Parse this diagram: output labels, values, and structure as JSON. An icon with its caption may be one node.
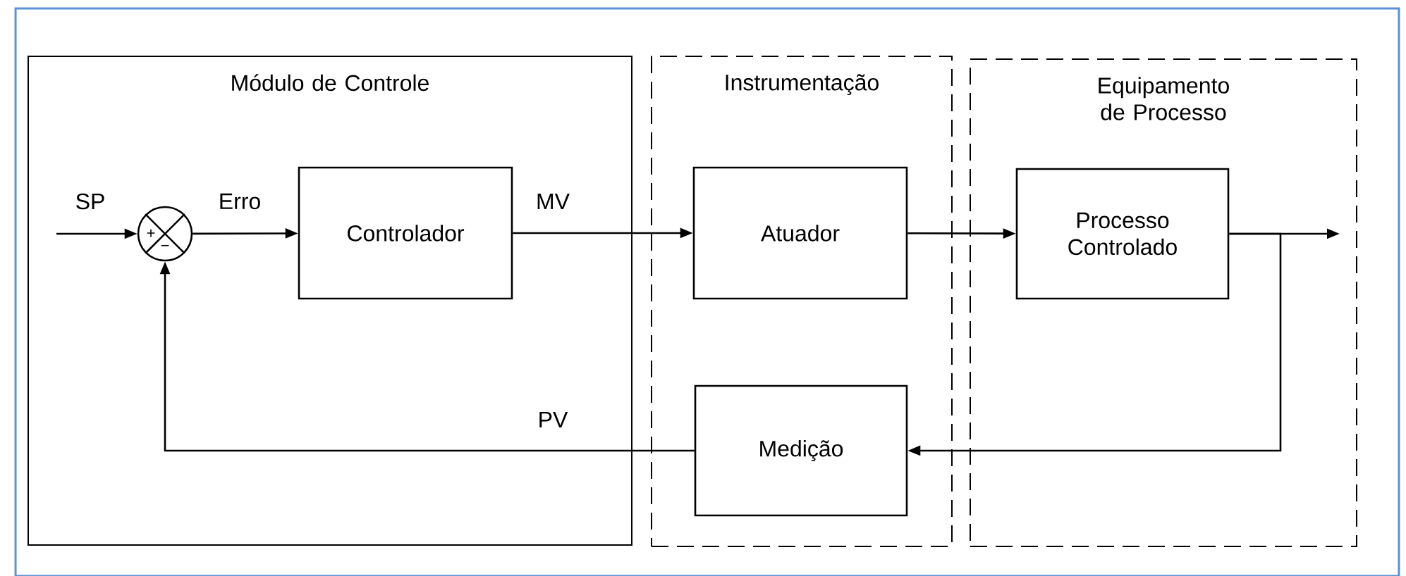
{
  "diagram": {
    "nodes": [
      {
        "text": [
          "Módulo de Controle"
        ]
      },
      {
        "text": [
          "Instrumentação"
        ]
      },
      {
        "text": [
          "Equipamento de Processo"
        ]
      },
      {
        "text": [
          "+",
          "−"
        ],
        "in": 0
      },
      {
        "text": [
          "Controlador"
        ],
        "in": 0
      },
      {
        "text": [
          "Atuador"
        ],
        "in": 1
      },
      {
        "text": [
          "Processo Controlado"
        ],
        "in": 2
      },
      {
        "text": [
          "Medição"
        ],
        "in": 1
      }
    ],
    "edges": [
      {
        "from": null,
        "to": 3,
        "arrow": "to",
        "label": "SP"
      },
      {
        "from": 3,
        "to": 4,
        "arrow": "to",
        "label": "Erro"
      },
      {
        "from": 4,
        "to": 5,
        "arrow": "to",
        "label": "MV"
      },
      {
        "from": 5,
        "to": 6,
        "arrow": "to"
      },
      {
        "from": 6,
        "to": null,
        "arrow": "to"
      },
      {
        "from": 6,
        "to": 7,
        "arrow": "to"
      },
      {
        "from": 7,
        "to": 3,
        "arrow": "to",
        "label": "PV"
      }
    ]
  }
}
